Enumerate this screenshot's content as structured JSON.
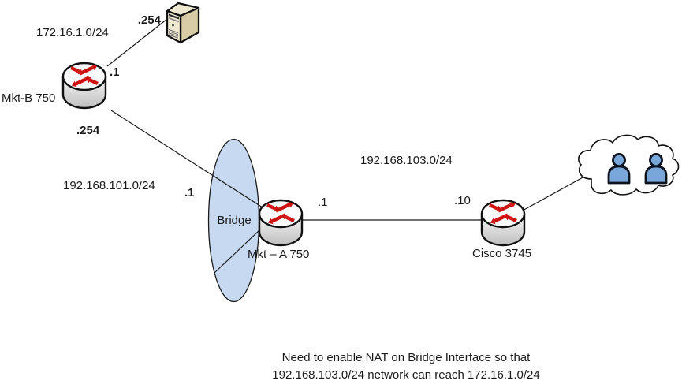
{
  "diagram": {
    "networks": {
      "lan_172": "172.16.1.0/24",
      "lan_101": "192.168.101.0/24",
      "lan_103": "192.168.103.0/24"
    },
    "nodes": {
      "server": {
        "interface": ".254"
      },
      "router_mkt_b": {
        "label": "Mkt-B 750",
        "interface_to_server": ".1",
        "interface_to_bridge": ".254"
      },
      "bridge": {
        "label": "Bridge",
        "interface": ".1"
      },
      "router_mkt_a": {
        "label": "Mkt – A 750",
        "interface_to_cisco": ".1"
      },
      "router_cisco": {
        "label": "Cisco 3745",
        "interface": ".10"
      },
      "cloud": {
        "content": "users"
      }
    },
    "note": {
      "line1": "Need to enable NAT on Bridge Interface so that",
      "line2": "192.168.103.0/24 network can reach 172.16.1.0/24"
    },
    "colors": {
      "arrow_red": "#cf1313",
      "bridge_fill": "#c6d9f0",
      "server_front": "#f0e9d2",
      "server_side": "#d8cca6",
      "server_top": "#efe8d0",
      "person_blue": "#7aa7d9"
    }
  }
}
